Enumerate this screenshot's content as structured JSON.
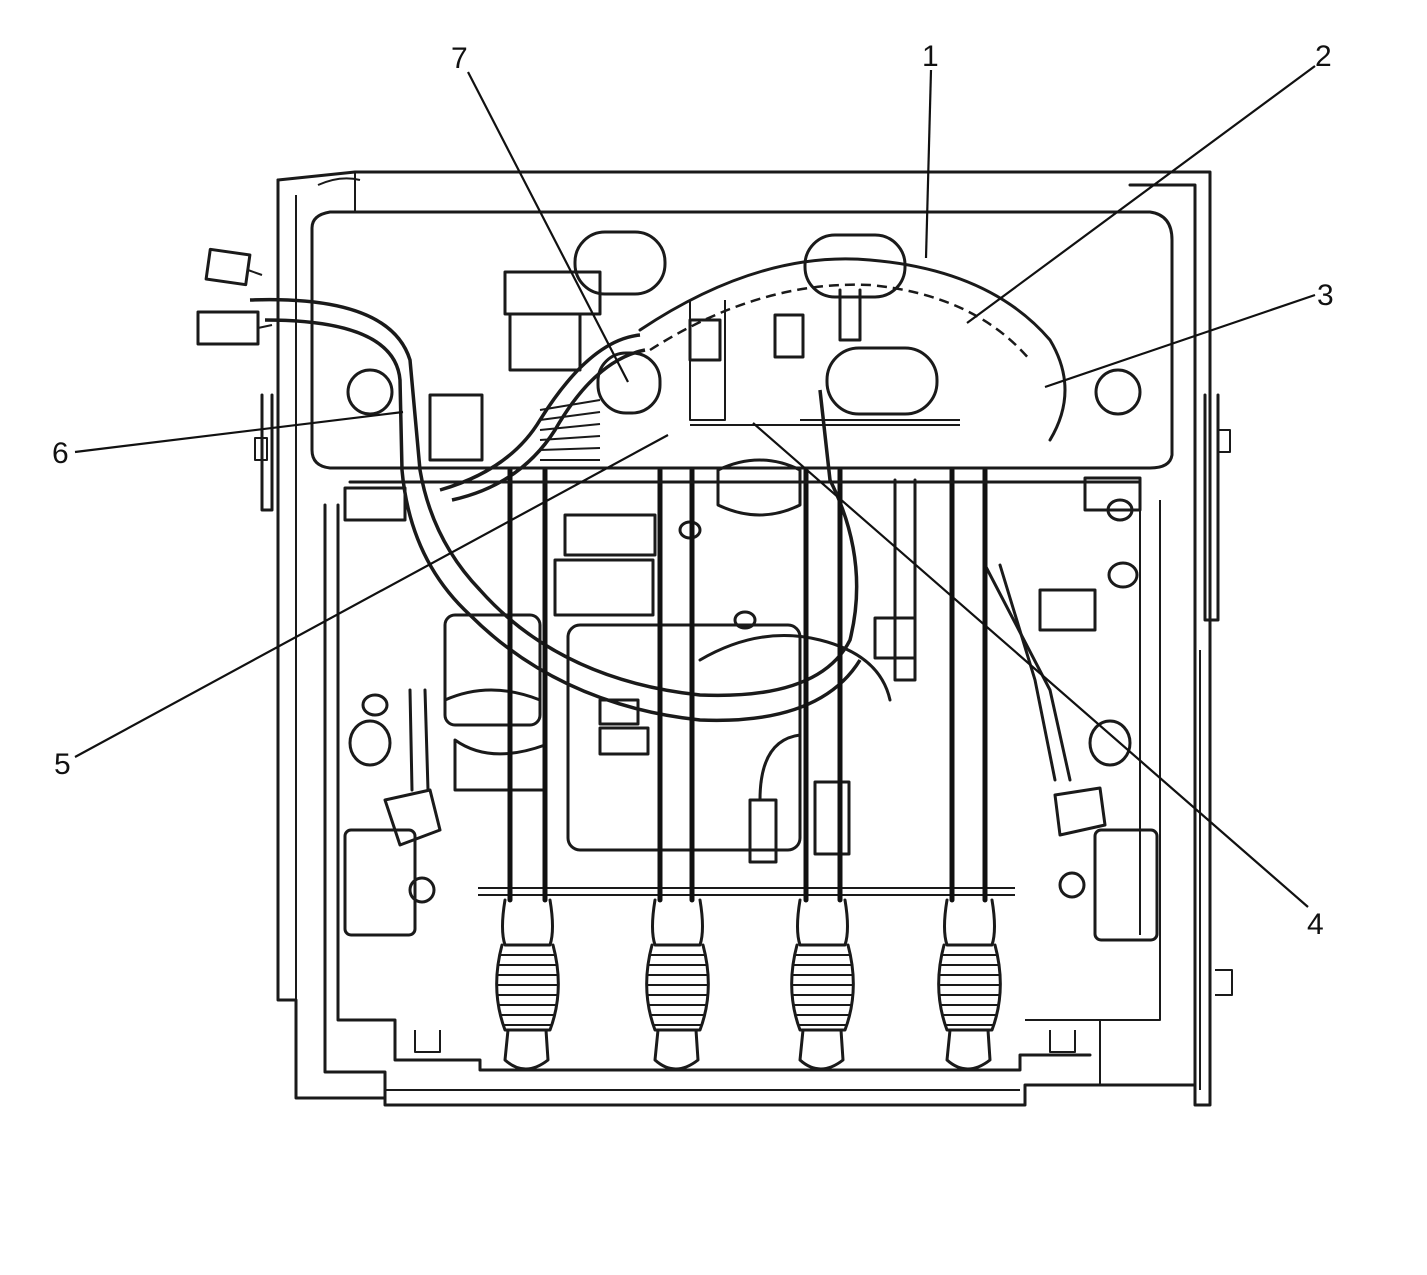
{
  "figure": {
    "callouts": [
      {
        "id": "1",
        "label": "1"
      },
      {
        "id": "2",
        "label": "2"
      },
      {
        "id": "3",
        "label": "3"
      },
      {
        "id": "4",
        "label": "4"
      },
      {
        "id": "5",
        "label": "5"
      },
      {
        "id": "6",
        "label": "6"
      },
      {
        "id": "7",
        "label": "7"
      }
    ],
    "colors": {
      "line": "#1a1a1a",
      "background": "#ffffff"
    }
  }
}
